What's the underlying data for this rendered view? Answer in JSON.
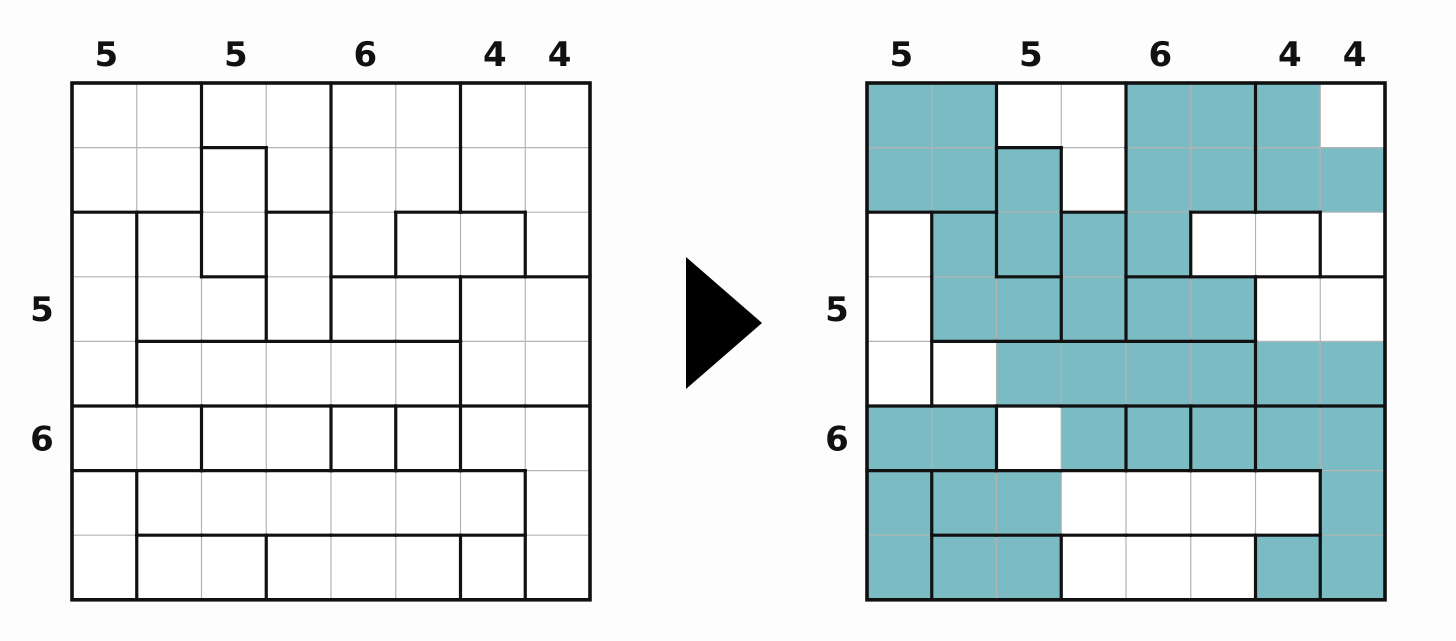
{
  "colors": {
    "shade": "#7bbcc4",
    "grid_thin": "#b4b4b4",
    "border": "#111111",
    "cell_bg": "#ffffff"
  },
  "grid_size": 8,
  "column_clues": [
    {
      "col": 1,
      "label": "5"
    },
    {
      "col": 3,
      "label": "5"
    },
    {
      "col": 5,
      "label": "6"
    },
    {
      "col": 7,
      "label": "4"
    },
    {
      "col": 8,
      "label": "4"
    }
  ],
  "row_clues": [
    {
      "row": 4,
      "label": "5"
    },
    {
      "row": 6,
      "label": "6"
    }
  ],
  "regions": [
    "AABBCCDD",
    "AAEBCCDD",
    "FGEHCIID",
    "FGGHJJKK",
    "FLLLLLKK",
    "MMNNONPP",
    "QSSSSSSP",
    "QRRTTTUP"
  ],
  "solution": [
    "11001110",
    "11101111",
    "01111000",
    "01111100",
    "00111111",
    "11011111",
    "11100001",
    "11100011"
  ],
  "arrow_icon": "right-triangle-arrow-icon"
}
